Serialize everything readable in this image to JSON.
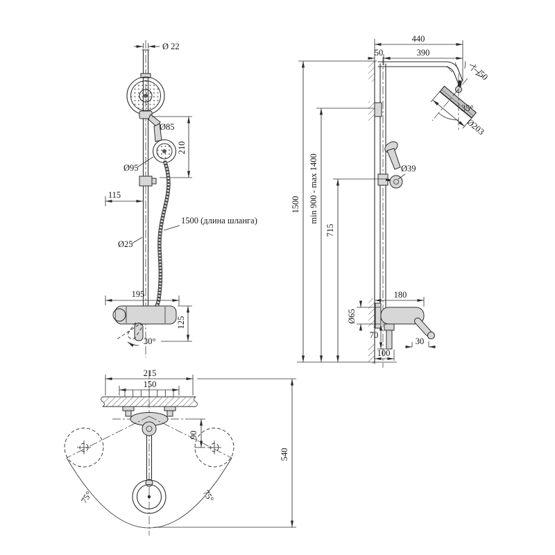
{
  "colors": {
    "line": "#2b2b2b",
    "background": "#ffffff",
    "fill_light": "#d7d7d7",
    "fill_metal": "#c4c4c4"
  },
  "front_view": {
    "dia_pipe_top": "Ø 22",
    "dia_hand_shower": "Ø85",
    "dim_hand_shower_height": "210",
    "dia_hand_head": "Ø95",
    "dim_bracket": "115",
    "hose_note": "1500 (длина шланга)",
    "dia_rail": "Ø25",
    "dim_mixer_width": "195",
    "dim_mixer_height": "125",
    "angle_handle": "30°"
  },
  "side_view": {
    "dim_total_reach": "440",
    "dim_wall_offset": "50",
    "dim_arm_length": "390",
    "dim_head_edge": "50",
    "angle_head": "35°",
    "dia_rain_head": "Ø203",
    "dia_holder": "Ø39",
    "dim_total_height": "1500",
    "height_range": "min 900 - max 1400",
    "dim_holder_height": "715",
    "dim_mixer_depth": "180",
    "dia_mixer_body": "Ø65",
    "dim_outlet_drop": "70",
    "dim_handle_offset": "30",
    "dim_outlet_depth": "100"
  },
  "top_view": {
    "dim_plate_width": "215",
    "dim_valve_spacing": "150",
    "dim_handle_offset": "90",
    "dim_swing_radius": "540",
    "angle_swing_left": "75°",
    "angle_swing_right": "75°"
  }
}
